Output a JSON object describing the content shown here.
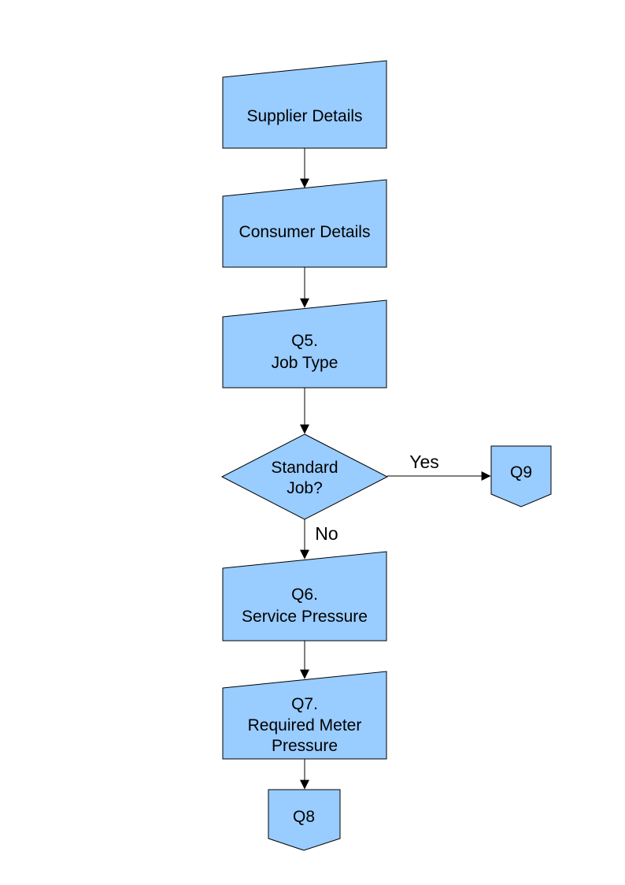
{
  "style": {
    "background": "#FFFFFF",
    "node_fill": "#99CCFF",
    "node_stroke": "#000000",
    "text_color": "#000000"
  },
  "flowchart": {
    "nodes": [
      {
        "id": "supplier-details",
        "shape": "manual-input-box",
        "lines": [
          "Supplier Details"
        ]
      },
      {
        "id": "consumer-details",
        "shape": "manual-input-box",
        "lines": [
          "Consumer Details"
        ]
      },
      {
        "id": "q5-job-type",
        "shape": "manual-input-box",
        "lines": [
          "Q5.",
          "Job Type"
        ]
      },
      {
        "id": "standard-job-decision",
        "shape": "decision-diamond",
        "lines": [
          "Standard",
          "Job?"
        ]
      },
      {
        "id": "q9-connector",
        "shape": "off-page-connector",
        "lines": [
          "Q9"
        ]
      },
      {
        "id": "q6-service-pressure",
        "shape": "manual-input-box",
        "lines": [
          "Q6.",
          "Service Pressure"
        ]
      },
      {
        "id": "q7-required-meter-pressure",
        "shape": "manual-input-box",
        "lines": [
          "Q7.",
          "Required Meter",
          "Pressure"
        ]
      },
      {
        "id": "q8-connector",
        "shape": "off-page-connector",
        "lines": [
          "Q8"
        ]
      }
    ],
    "edge_labels": {
      "yes": "Yes",
      "no": "No"
    }
  }
}
